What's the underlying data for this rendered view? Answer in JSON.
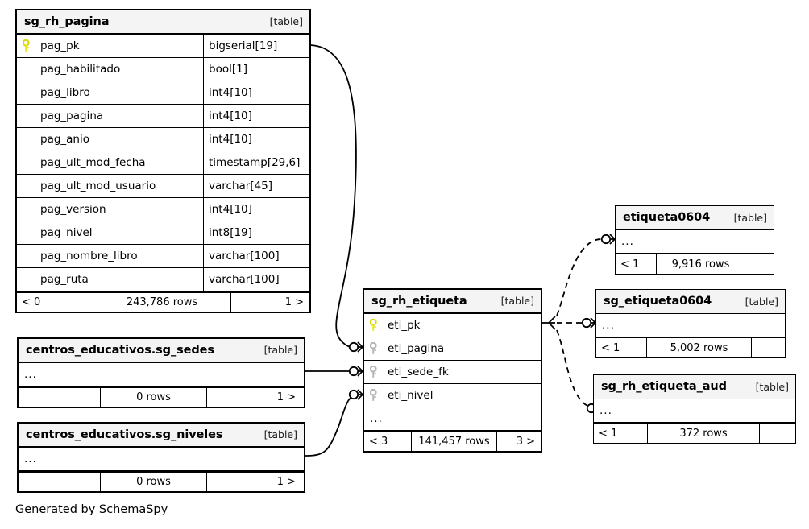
{
  "diagram": {
    "caption": "Generated by SchemaSpy",
    "type_label": "[table]",
    "ellipsis": "...",
    "rows_suffix": "rows",
    "pk_icon": "yellow-key-icon",
    "fk_icon": "gray-key-icon"
  },
  "tables": [
    {
      "id": "sg_rh_pagina",
      "name": "sg_rh_pagina",
      "type_label": "[table]",
      "columns": [
        {
          "name": "pag_pk",
          "type": "bigserial[19]",
          "key": "pk"
        },
        {
          "name": "pag_habilitado",
          "type": "bool[1]",
          "key": "none"
        },
        {
          "name": "pag_libro",
          "type": "int4[10]",
          "key": "none"
        },
        {
          "name": "pag_pagina",
          "type": "int4[10]",
          "key": "none"
        },
        {
          "name": "pag_anio",
          "type": "int4[10]",
          "key": "none"
        },
        {
          "name": "pag_ult_mod_fecha",
          "type": "timestamp[29,6]",
          "key": "none"
        },
        {
          "name": "pag_ult_mod_usuario",
          "type": "varchar[45]",
          "key": "none"
        },
        {
          "name": "pag_version",
          "type": "int4[10]",
          "key": "none"
        },
        {
          "name": "pag_nivel",
          "type": "int8[19]",
          "key": "none"
        },
        {
          "name": "pag_nombre_libro",
          "type": "varchar[100]",
          "key": "none"
        },
        {
          "name": "pag_ruta",
          "type": "varchar[100]",
          "key": "none"
        }
      ],
      "footer": {
        "left": "< 0",
        "middle": "243,786 rows",
        "right": "1 >"
      }
    },
    {
      "id": "sg_rh_etiqueta",
      "name": "sg_rh_etiqueta",
      "type_label": "[table]",
      "columns": [
        {
          "name": "eti_pk",
          "type": "",
          "key": "pk"
        },
        {
          "name": "eti_pagina",
          "type": "",
          "key": "fk"
        },
        {
          "name": "eti_sede_fk",
          "type": "",
          "key": "fk"
        },
        {
          "name": "eti_nivel",
          "type": "",
          "key": "fk"
        }
      ],
      "has_more": true,
      "footer": {
        "left": "< 3",
        "middle": "141,457 rows",
        "right": "3 >"
      }
    },
    {
      "id": "centros_educativos_sg_sedes",
      "name": "centros_educativos.sg_sedes",
      "type_label": "[table]",
      "columns": [],
      "has_more": true,
      "footer": {
        "left": "",
        "middle": "0 rows",
        "right": "1 >"
      }
    },
    {
      "id": "centros_educativos_sg_niveles",
      "name": "centros_educativos.sg_niveles",
      "type_label": "[table]",
      "columns": [],
      "has_more": true,
      "footer": {
        "left": "",
        "middle": "0 rows",
        "right": "1 >"
      }
    },
    {
      "id": "etiqueta0604",
      "name": "etiqueta0604",
      "type_label": "[table]",
      "columns": [],
      "has_more": true,
      "footer": {
        "left": "< 1",
        "middle": "9,916 rows",
        "right": ""
      }
    },
    {
      "id": "sg_etiqueta0604",
      "name": "sg_etiqueta0604",
      "type_label": "[table]",
      "columns": [],
      "has_more": true,
      "footer": {
        "left": "< 1",
        "middle": "5,002 rows",
        "right": ""
      }
    },
    {
      "id": "sg_rh_etiqueta_aud",
      "name": "sg_rh_etiqueta_aud",
      "type_label": "[table]",
      "columns": [],
      "has_more": true,
      "footer": {
        "left": "< 1",
        "middle": "372 rows",
        "right": ""
      }
    }
  ],
  "relationships": [
    {
      "from": "sg_rh_pagina.pag_pk",
      "to": "sg_rh_etiqueta.eti_pagina",
      "style": "solid"
    },
    {
      "from": "centros_educativos.sg_sedes",
      "to": "sg_rh_etiqueta.eti_sede_fk",
      "style": "solid"
    },
    {
      "from": "centros_educativos.sg_niveles",
      "to": "sg_rh_etiqueta.eti_nivel",
      "style": "solid"
    },
    {
      "from": "sg_rh_etiqueta.eti_pk",
      "to": "etiqueta0604",
      "style": "dashed"
    },
    {
      "from": "sg_rh_etiqueta.eti_pk",
      "to": "sg_etiqueta0604",
      "style": "dashed"
    },
    {
      "from": "sg_rh_etiqueta.eti_pk",
      "to": "sg_rh_etiqueta_aud",
      "style": "dashed"
    }
  ],
  "colors": {
    "pk_key": "#e8e80c",
    "fk_key": "#b5b5b5",
    "border": "#000000",
    "header_bg": "#f4f4f4",
    "page_bg": "#ffffff"
  }
}
